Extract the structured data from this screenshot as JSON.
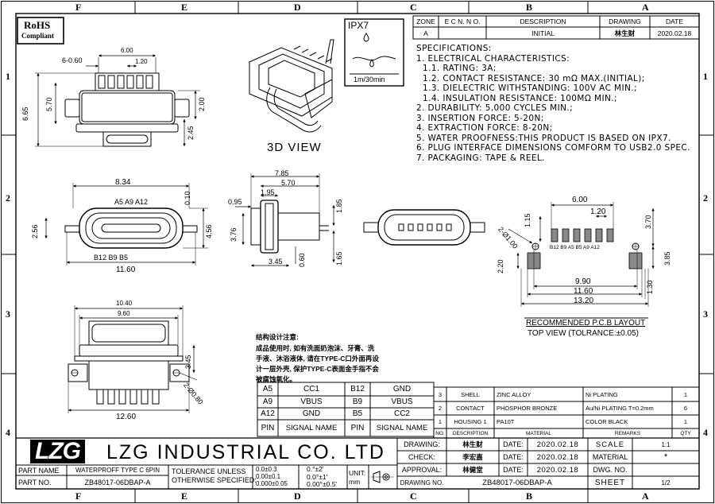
{
  "frame": {
    "zones_top": [
      "F",
      "E",
      "D",
      "C",
      "B",
      "A"
    ],
    "zones_side": [
      "1",
      "2",
      "3",
      "4"
    ]
  },
  "rohs": {
    "line1": "RoHS",
    "line2": "Compliant"
  },
  "ipx": {
    "label": "IPX7",
    "depth": "1m/30min"
  },
  "revision": {
    "headers": [
      "ZONE",
      "E C N. N O.",
      "DESCRIPTION",
      "DRAWING",
      "DATE"
    ],
    "row": [
      "A",
      "",
      "INITIAL",
      "林生财",
      "2020.02.18"
    ]
  },
  "specs": {
    "title": "SPECIFICATIONS:",
    "lines": [
      "1. ELECTRICAL CHARACTERISTICS:",
      "1.1. RATING: 3A;",
      "1.2. CONTACT RESISTANCE: 30 mΩ MAX.(INITIAL);",
      "1.3. DIELECTRIC WITHSTANDING: 100V AC MIN.;",
      "1.4. INSULATION RESISTANCE: 100MΩ MIN.;",
      "2. DURABILITY: 5,000 CYCLES MIN.;",
      "3. INSERTION FORCE: 5-20N;",
      "4. EXTRACTION FORCE: 8-20N;",
      "5. WATER PROOFNESS:THIS PRODUCT IS BASED ON IPX7.",
      "6. PLUG INTERFACE DIMENSIONS COMFORM TO USB2.0 SPEC.",
      "7. PACKAGING: TAPE & REEL."
    ]
  },
  "views": {
    "view3d": "3D VIEW",
    "pcb_title": "RECOMMENDED P.C.B LAYOUT",
    "pcb_sub": "TOP VIEW (TOLRANCE:±0.05)"
  },
  "dims": {
    "top_600": "6.00",
    "top_060": "6-0.60",
    "top_120": "1.20",
    "top_665": "6.65",
    "top_570": "5.70",
    "top_200": "2.00",
    "top_245": "2.45",
    "front_834": "8.34",
    "front_010": "0.10",
    "front_256": "2.56",
    "front_456": "4.56",
    "front_1160": "11.60",
    "pins_top": "A5  A9 A12",
    "pins_bot": "B12 B9  B5",
    "side_785": "7.85",
    "side_570": "5.70",
    "side_195": "1.95",
    "side_095": "0.95",
    "side_376": "3.76",
    "side_185": "1.85",
    "side_345": "3.45",
    "side_060": "0.60",
    "side_165": "1.65",
    "bot_1040": "10.40",
    "bot_960": "9.60",
    "bot_345": "3.45",
    "bot_080": "2-Ø0.80",
    "bot_1260": "12.60",
    "pcb_600": "6.00",
    "pcb_120": "1.20",
    "pcb_115": "1.15",
    "pcb_370": "3.70",
    "pcb_2phi": "2-Ø1.00",
    "pcb_pins": "B12 B9 A5  B5 A9 A12",
    "pcb_220": "2.20",
    "pcb_385": "3.85",
    "pcb_990": "9.90",
    "pcb_1160": "11.60",
    "pcb_1320": "13.20",
    "pcb_130": "1.30"
  },
  "notes": {
    "title": "结构设计注意:",
    "lines": [
      "成品使用时, 如有洗面奶泡沫、牙膏、洗",
      "手液、沐浴液体, 请在TYPE-C口外面再设",
      "计一层外壳, 保护TYPE-C表面金手指不会",
      "被腐蚀氧化。"
    ]
  },
  "pin_table": {
    "rows": [
      [
        "A5",
        "CC1",
        "B12",
        "GND"
      ],
      [
        "A9",
        "VBUS",
        "B9",
        "VBUS"
      ],
      [
        "A12",
        "GND",
        "B5",
        "CC2"
      ],
      [
        "PIN",
        "SIGNAL NAME",
        "PIN",
        "SIGNAL NAME"
      ]
    ]
  },
  "bom": {
    "rows": [
      [
        "3",
        "SHELL",
        "ZINC ALLOY",
        "Ni  PLATING",
        "1"
      ],
      [
        "2",
        "CONTACT",
        "PHOSPHOR BRONZE",
        "Au/Ni  PLATING T=0.2mm",
        "6"
      ],
      [
        "1",
        "HOUSING 1",
        "PA10T",
        "COLOR BLACK",
        "1"
      ]
    ],
    "headers": [
      "NO.",
      "DESCRIPTION",
      "MATERIAL",
      "REMARKS",
      "QTY"
    ]
  },
  "title_block": {
    "logo": "LZG",
    "company": "LZG INDUSTRIAL CO. LTD",
    "part_name_label": "PART NAME",
    "part_name": "WATERPROFF TYPE C 6PIN",
    "part_no_label": "PART NO.",
    "part_no": "ZB48017-06DBAP-A",
    "tol_label1": "TOLERANCE UNLESS",
    "tol_label2": "OTHERWISE SPECIFIED:",
    "tol_lin": [
      "0.0±0.3",
      "0.00±0.1",
      "0.000±0.05"
    ],
    "tol_ang": [
      "0.°±2'",
      "0.0°±1'",
      "0.00°±0.5'"
    ],
    "unit_label": "UNIT:",
    "unit": "mm",
    "drawing_label": "DRAWING:",
    "drawing": "林生财",
    "check_label": "CHECK:",
    "check": "李宏嘉",
    "approval_label": "APPROVAL:",
    "approval": "林健堂",
    "date_label": "DATE:",
    "date": "2020.02.18",
    "drawing_no_label": "DRAWING NO.",
    "drawing_no": "ZB48017-06DBAP-A",
    "scale_label": "SCALE",
    "scale": "1:1",
    "material_label": "MATERIAL",
    "material": "*",
    "dwg_no_label": "DWG. NO.",
    "dwg_no": "",
    "sheet_label": "SHEET",
    "sheet": "1/2"
  }
}
